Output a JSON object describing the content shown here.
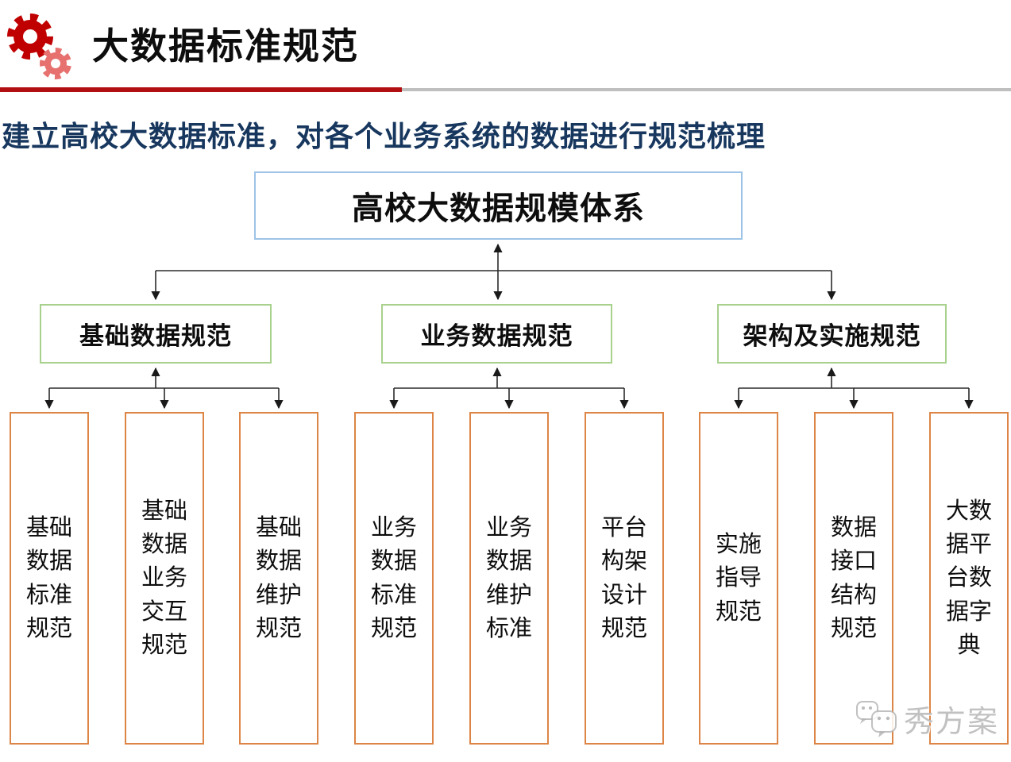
{
  "header": {
    "title": "大数据标准规范"
  },
  "subtitle": "建立高校大数据标准，对各个业务系统的数据进行规范梳理",
  "diagram": {
    "root": {
      "label": "高校大数据规模体系"
    },
    "level2": [
      {
        "label": "基础数据规范"
      },
      {
        "label": "业务数据规范"
      },
      {
        "label": "架构及实施规范"
      }
    ],
    "leaves": [
      "基础数据标准规范",
      "基础数据业务交互规范",
      "基础数据维护规范",
      "业务数据标准规范",
      "业务数据维护标准",
      "平台构架设计规范",
      "实施指导规范",
      "数据接口结构规范",
      "大数据平台数据字典"
    ]
  },
  "watermark": {
    "text": "秀方案"
  },
  "colors": {
    "accent_red": "#B20F12",
    "gear_light_red": "#E6716F",
    "divider_gray": "#BFBFBF",
    "subtitle_navy": "#17375E",
    "root_border_blue": "#9DC3E6",
    "branch_border_green": "#A9D18E",
    "leaf_border_orange": "#DD8546",
    "connector_dark": "#2B2B2B",
    "watermark_gray": "#B2B2B2"
  }
}
